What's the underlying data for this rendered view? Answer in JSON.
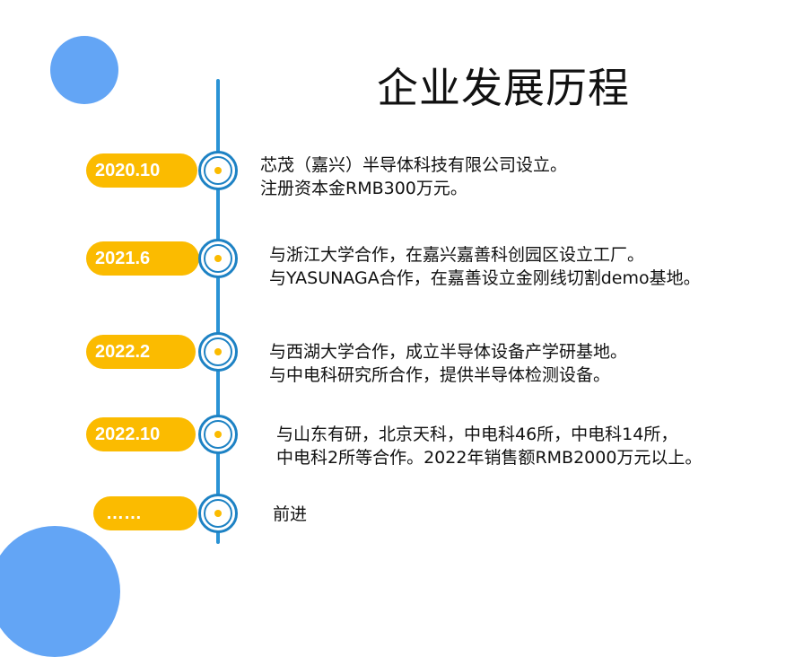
{
  "title": "企业发展历程",
  "colors": {
    "accent_yellow": "#fbbb00",
    "timeline_blue": "#2a93d5",
    "decor_blue": "#63a5f5"
  },
  "milestones": [
    {
      "date": "2020.10",
      "lines": [
        "芯茂（嘉兴）半导体科技有限公司设立。",
        "注册资本金RMB300万元。"
      ]
    },
    {
      "date": "2021.6",
      "lines": [
        "与浙江大学合作，在嘉兴嘉善科创园区设立工厂。",
        "与YASUNAGA合作，在嘉善设立金刚线切割demo基地。"
      ]
    },
    {
      "date": "2022.2",
      "lines": [
        "与西湖大学合作，成立半导体设备产学研基地。",
        "与中电科研究所合作，提供半导体检测设备。"
      ]
    },
    {
      "date": "2022.10",
      "lines": [
        "与山东有研，北京天科，中电科46所，中电科14所，",
        "中电科2所等合作。2022年销售额RMB2000万元以上。"
      ]
    },
    {
      "date": "……",
      "lines": [
        "前进"
      ]
    }
  ]
}
